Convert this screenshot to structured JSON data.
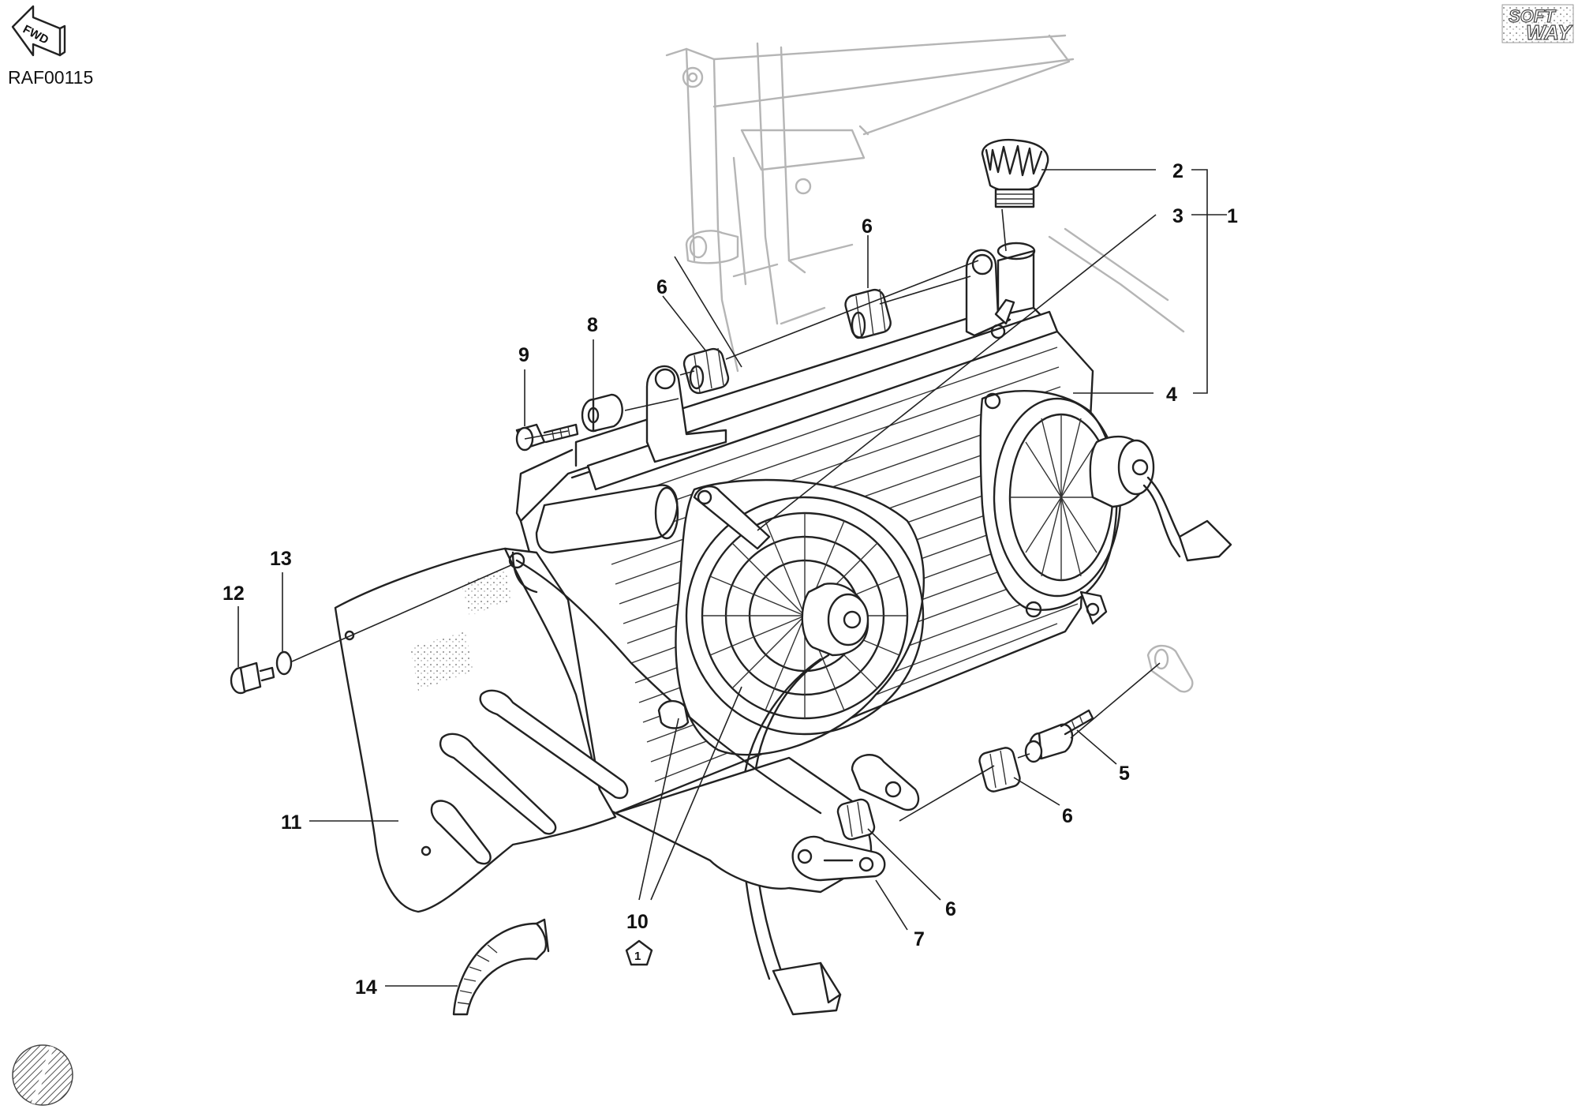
{
  "diagram_code": "RAF00115",
  "fwd_arrow_text": "FWD",
  "brand_logo": [
    "SOFT",
    "WAY"
  ],
  "note_symbol": "1",
  "callouts": [
    "1",
    "2",
    "3",
    "4",
    "5",
    "6",
    "7",
    "8",
    "9",
    "10",
    "11",
    "12",
    "13",
    "14"
  ],
  "callout_6_repeats": [
    "6",
    "6",
    "6",
    "6"
  ],
  "icons": [
    "fwd-arrow-icon",
    "softway-logo-icon",
    "note-pentagon-icon",
    "hatched-circle-icon"
  ]
}
